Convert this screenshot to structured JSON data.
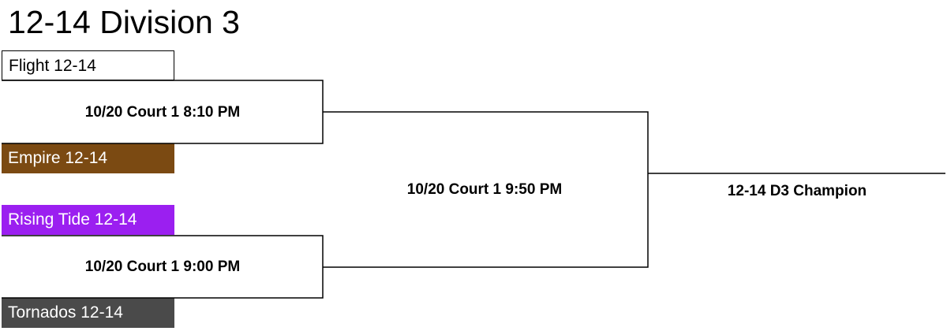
{
  "title": "12-14 Division 3",
  "teams": [
    {
      "name": "Flight 12-14",
      "color": "#ffffff",
      "text_color": "#000000"
    },
    {
      "name": "Empire 12-14",
      "color": "#7b4a12",
      "text_color": "#ffffff"
    },
    {
      "name": "Rising Tide 12-14",
      "color": "#9b1ff0",
      "text_color": "#ffffff"
    },
    {
      "name": "Tornados 12-14",
      "color": "#4a4a4a",
      "text_color": "#ffffff"
    }
  ],
  "games": {
    "semifinal_1": "10/20 Court 1 8:10 PM",
    "semifinal_2": "10/20 Court 1 9:00 PM",
    "final": "10/20 Court 1 9:50 PM"
  },
  "champion_label": "12-14 D3 Champion"
}
